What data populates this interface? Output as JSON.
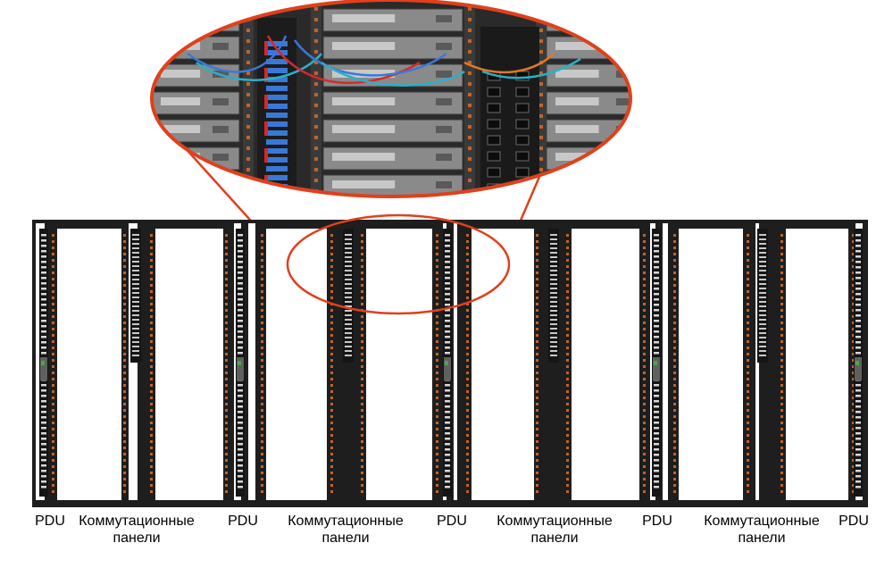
{
  "labels": [
    {
      "id": "pdu-1",
      "text": "PDU"
    },
    {
      "id": "patch-1",
      "line1": "Коммутационные",
      "line2": "панели"
    },
    {
      "id": "pdu-2",
      "text": "PDU"
    },
    {
      "id": "patch-2",
      "line1": "Коммутационные",
      "line2": "панели"
    },
    {
      "id": "pdu-3",
      "text": "PDU"
    },
    {
      "id": "patch-3",
      "line1": "Коммутационные",
      "line2": "панели"
    },
    {
      "id": "pdu-4",
      "text": "PDU"
    },
    {
      "id": "patch-4",
      "line1": "Коммутационные",
      "line2": "панели"
    },
    {
      "id": "pdu-5",
      "text": "PDU"
    }
  ],
  "colors": {
    "rack_frame": "#2a2a2a",
    "highlight": "#e0401c",
    "cable_blue": "#3a78d8",
    "cable_cyan": "#2ab0c8",
    "cable_orange": "#e07828",
    "cable_red": "#d8282a",
    "port_orange": "#c0642a"
  }
}
